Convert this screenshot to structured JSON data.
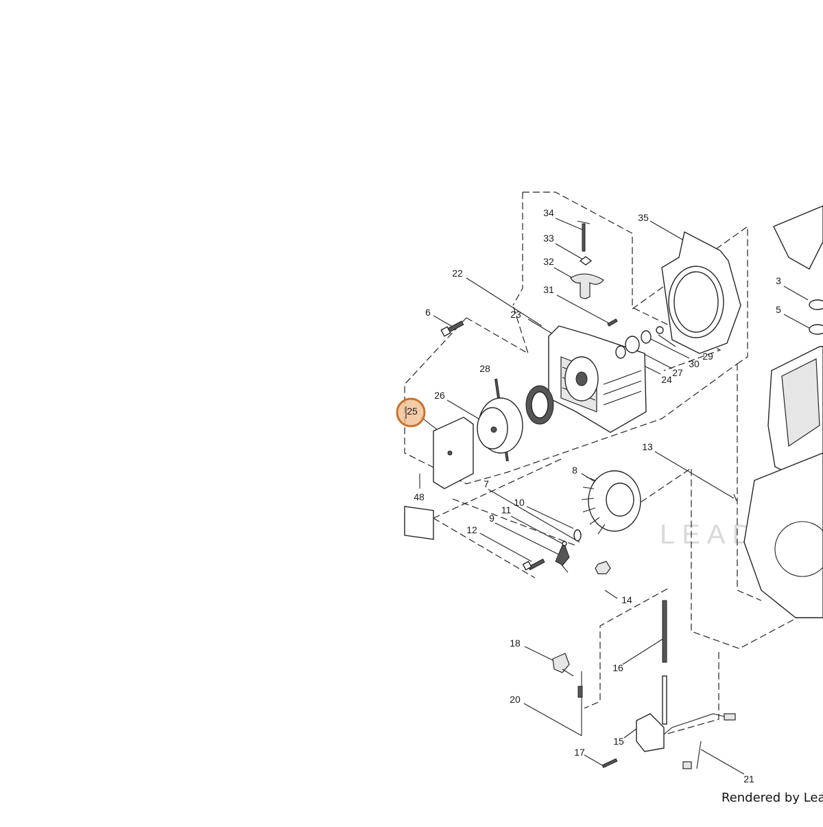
{
  "diagram": {
    "highlight_label": "25",
    "callouts": [
      "34",
      "33",
      "32",
      "31",
      "35",
      "22",
      "23",
      "6",
      "29",
      "30",
      "27",
      "24",
      "28",
      "26",
      "25",
      "48",
      "13",
      "8",
      "7",
      "10",
      "11",
      "9",
      "12",
      "14",
      "3",
      "5",
      "18",
      "16",
      "20",
      "15",
      "17",
      "21"
    ],
    "watermark": "LEAD",
    "footer": "Rendered by LeadV",
    "colors": {
      "highlight_fill": "#f0b98a",
      "highlight_stroke": "#c9712c",
      "line": "#222222"
    }
  }
}
